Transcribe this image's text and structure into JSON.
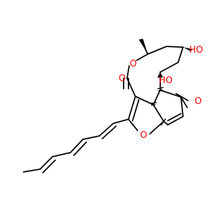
{
  "molecule": {
    "atom_labels": {
      "ring_oxygen": "O",
      "lactone_oxygen": "O",
      "lactone_carbonyl": "O",
      "ketone_oxygen": "O",
      "hydroxyl_ring": "HO",
      "hydroxyl_top": "HO"
    }
  },
  "colors": {
    "bond": "#000000",
    "oxygen": "#ff0000",
    "background": "#ffffff"
  }
}
